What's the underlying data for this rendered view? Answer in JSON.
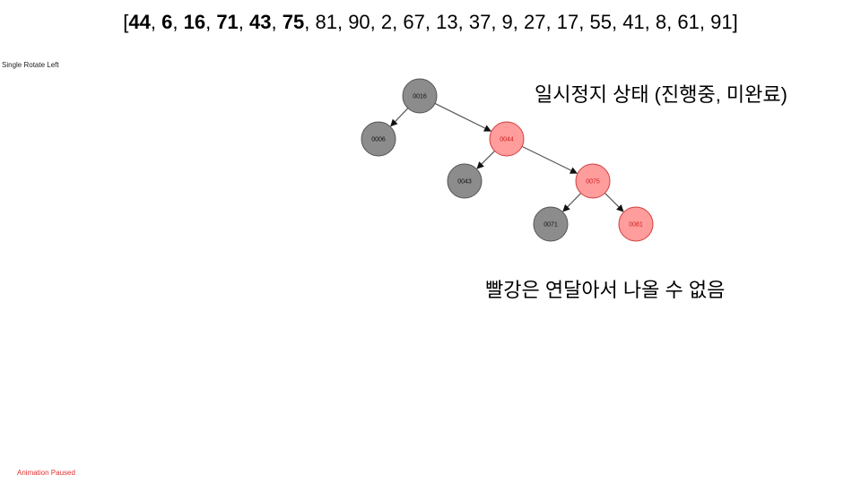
{
  "insert_sequence": {
    "bold_items": [
      "44",
      "6",
      "16",
      "71",
      "43",
      "75"
    ],
    "normal_items": [
      "81",
      "90",
      "2",
      "67",
      "13",
      "37",
      "9",
      "27",
      "17",
      "55",
      "41",
      "8",
      "61",
      "91"
    ]
  },
  "operation_label": "Single Rotate Left",
  "status_korean": "일시정지 상태 (진행중, 미완료)",
  "note_korean": "빨강은 연달아서 나올 수 없음",
  "animation_status": "Animation Paused",
  "colors": {
    "black_node_fill": "#8c8c8c",
    "red_node_fill": "#ff9c9c",
    "red_node_stroke": "#d04040",
    "black_node_stroke": "#555555",
    "red_text": "#d02020",
    "edge": "#555555",
    "paused_text": "#e03030"
  },
  "tree": {
    "nodes": [
      {
        "id": "n16",
        "label": "0016",
        "color": "black"
      },
      {
        "id": "n6",
        "label": "0006",
        "color": "black"
      },
      {
        "id": "n44",
        "label": "0044",
        "color": "red"
      },
      {
        "id": "n43",
        "label": "0043",
        "color": "black"
      },
      {
        "id": "n75",
        "label": "0075",
        "color": "red"
      },
      {
        "id": "n71",
        "label": "0071",
        "color": "black"
      },
      {
        "id": "n81",
        "label": "0081",
        "color": "red"
      }
    ],
    "edges": [
      {
        "from": "n16",
        "to": "n6"
      },
      {
        "from": "n16",
        "to": "n44"
      },
      {
        "from": "n44",
        "to": "n43"
      },
      {
        "from": "n44",
        "to": "n75"
      },
      {
        "from": "n75",
        "to": "n71"
      },
      {
        "from": "n75",
        "to": "n81"
      }
    ]
  }
}
